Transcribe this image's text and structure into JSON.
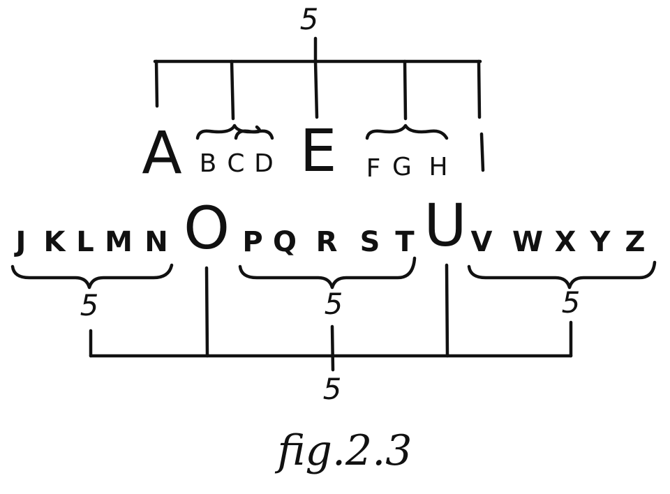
{
  "diagram": {
    "top_count": "5",
    "top_row": {
      "vowel_a": "A",
      "small_b": "B",
      "small_c": "C",
      "small_d": "D",
      "vowel_e": "E",
      "small_f": "F",
      "small_g": "G",
      "small_h": "H",
      "bar": "|"
    },
    "bottom_row": {
      "left_group": [
        "J",
        "K",
        "L",
        "M",
        "N"
      ],
      "vowel_o": "O",
      "middle_group": [
        "P",
        "Q",
        "R",
        "S",
        "T"
      ],
      "vowel_u": "U",
      "right_group": [
        "V",
        "W",
        "X",
        "Y",
        "Z"
      ]
    },
    "group_counts": {
      "left": "5",
      "middle": "5",
      "right": "5"
    },
    "bottom_count": "5",
    "caption": "fig.2.3"
  }
}
